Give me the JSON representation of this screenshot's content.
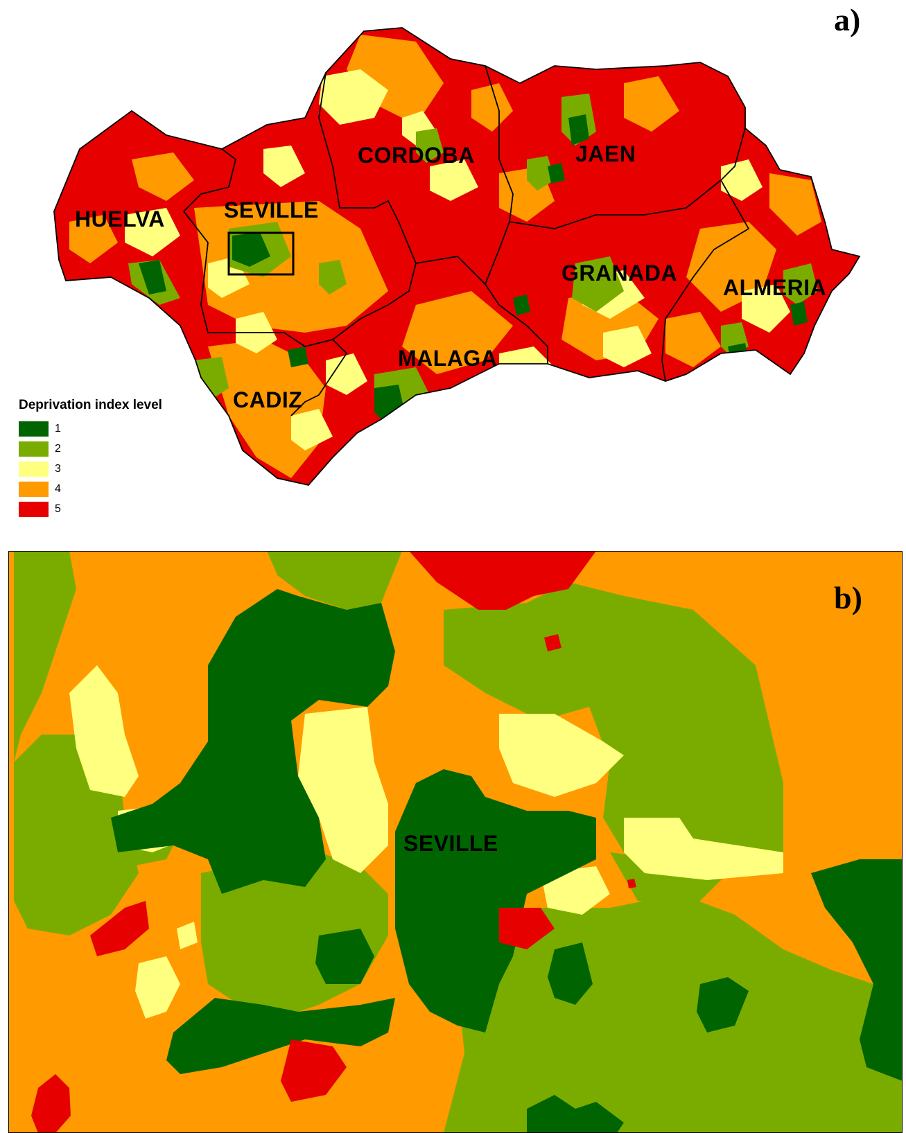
{
  "panels": {
    "a": {
      "label": "a)"
    },
    "b": {
      "label": "b)"
    }
  },
  "legend": {
    "title": "Deprivation index level",
    "levels": [
      {
        "label": "1",
        "color": "#006400"
      },
      {
        "label": "2",
        "color": "#7aac00"
      },
      {
        "label": "3",
        "color": "#ffff80"
      },
      {
        "label": "4",
        "color": "#ff9a00"
      },
      {
        "label": "5",
        "color": "#e60000"
      }
    ]
  },
  "provinces": [
    {
      "name": "HUELVA"
    },
    {
      "name": "SEVILLE"
    },
    {
      "name": "CORDOBA"
    },
    {
      "name": "JAEN"
    },
    {
      "name": "GRANADA"
    },
    {
      "name": "ALMERIA"
    },
    {
      "name": "MALAGA"
    },
    {
      "name": "CADIZ"
    }
  ],
  "detail": {
    "city_label": "SEVILLE"
  }
}
